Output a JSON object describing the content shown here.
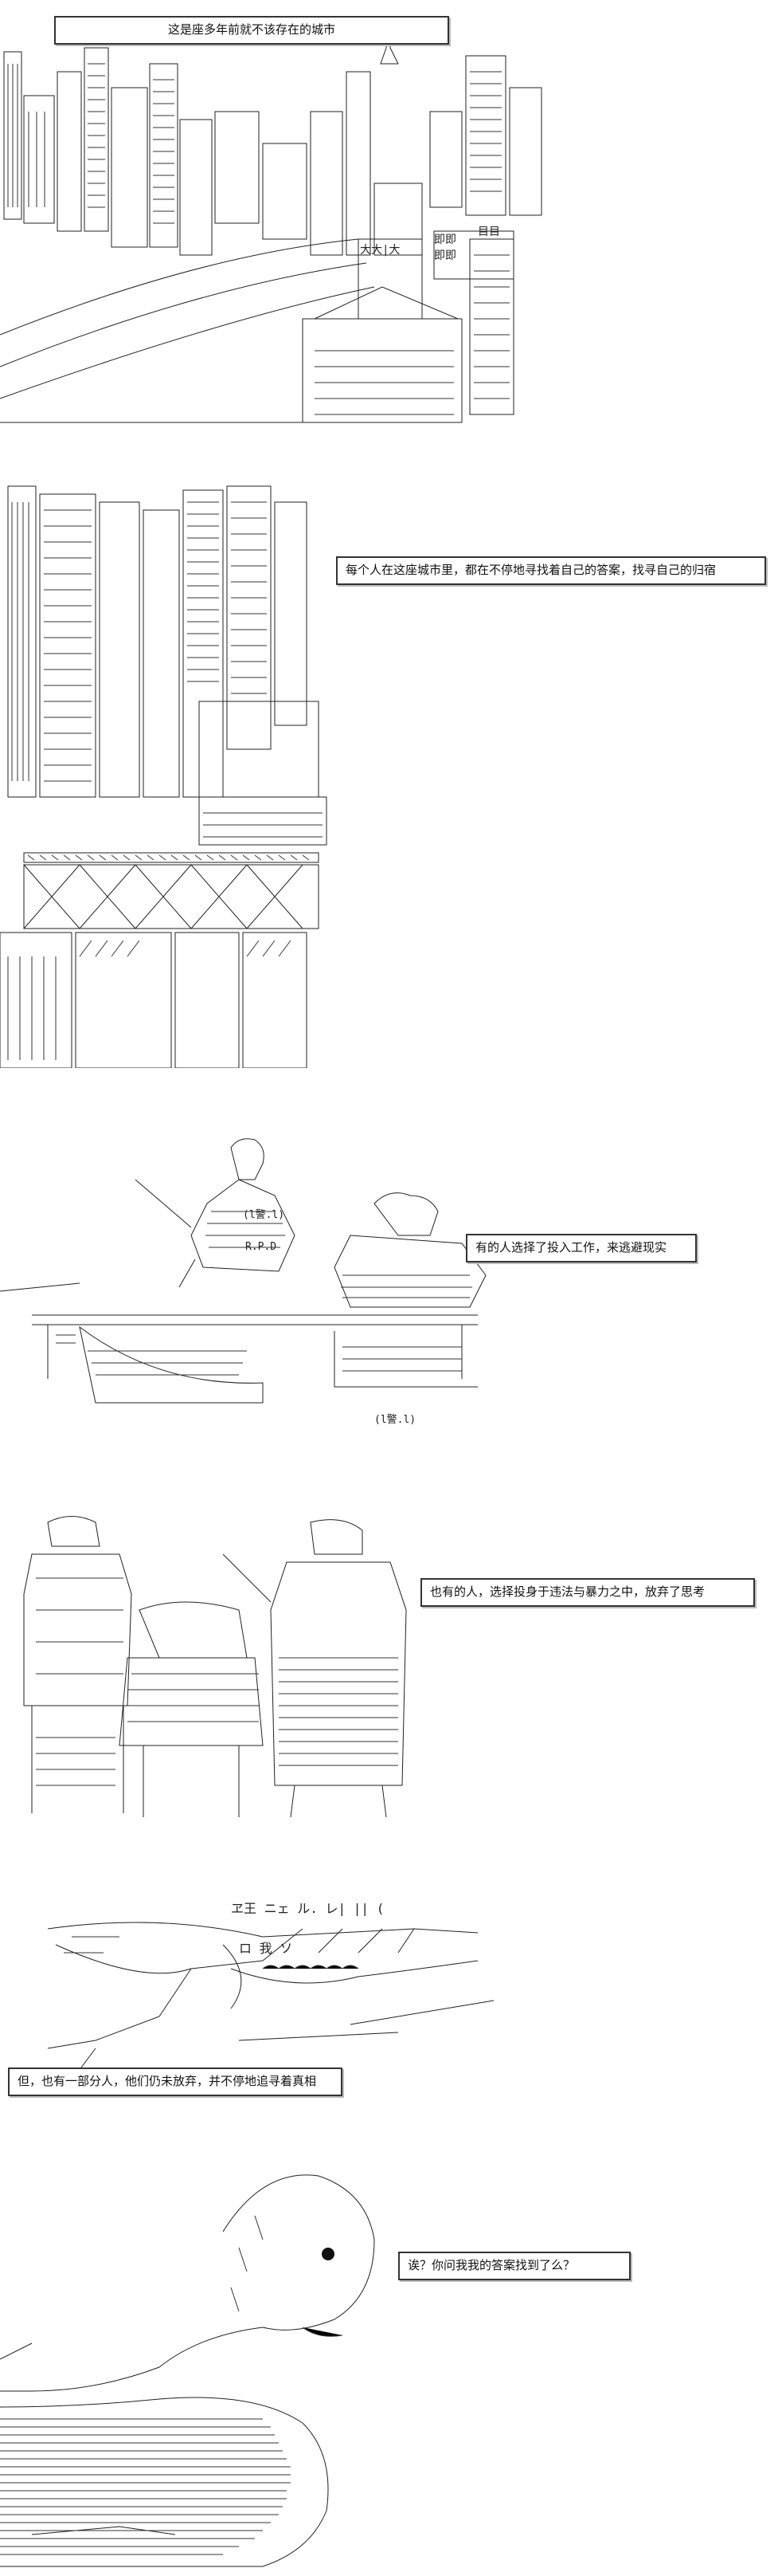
{
  "colors": {
    "background": "#ffffff",
    "ink": "#222222",
    "caption_border": "#333333"
  },
  "panels": [
    {
      "caption": "这是座多年前就不该存在的城市"
    },
    {
      "caption": "每个人在这座城市里，都在不停地寻找着自己的答案，找寻自己的归宿"
    },
    {
      "caption": "有的人选择了投入工作，来逃避现实"
    },
    {
      "caption": "也有的人，选择投身于违法与暴力之中，放弃了思考"
    },
    {
      "caption": "但，也有一部分人，他们仍未放弃，并不停地追寻着真相"
    },
    {
      "caption": "诶？你问我我的答案找到了么？"
    }
  ],
  "art_text": {
    "rpd_label": "R.P.D",
    "police_badge_1": "(l警.l)",
    "police_badge_2": "(l警.l)",
    "sfx_chars": "ヱ王 ニェ ル. レ| || (",
    "sfx_chars_2": "ロ 我 ソ",
    "city_signs": [
      "大大|大",
      "目目",
      "即即",
      "即即"
    ]
  }
}
